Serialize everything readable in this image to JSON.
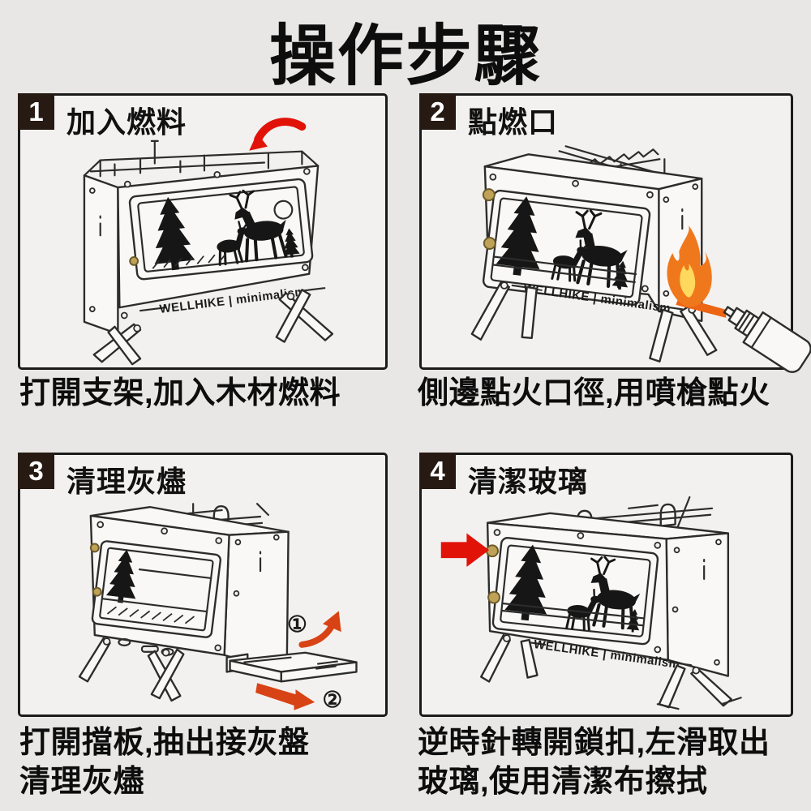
{
  "title": "操作步驟",
  "brand": "WELLHIKE | minimalism",
  "colors": {
    "page_bg": "#e8e7e5",
    "panel_bg": "#f2f1ef",
    "badge_bg": "#261a12",
    "ink": "#0d0d0d",
    "line": "#2c2c2c",
    "accent_red": "#e11207",
    "flame_orange": "#f0781c",
    "flame_yellow": "#ffd95e",
    "brass_knob": "#bfa258"
  },
  "panels": [
    {
      "number": "1",
      "label": "加入燃料",
      "caption_lines": [
        "打開支架,加入木材燃料"
      ]
    },
    {
      "number": "2",
      "label": "點燃口",
      "caption_lines": [
        "側邊點火口徑,用噴槍點火"
      ]
    },
    {
      "number": "3",
      "label": "清理灰燼",
      "caption_lines": [
        "打開擋板,抽出接灰盤",
        "清理灰燼"
      ],
      "markers": [
        "①",
        "②"
      ]
    },
    {
      "number": "4",
      "label": "清潔玻璃",
      "caption_lines": [
        "逆時針轉開鎖扣,左滑取出",
        "玻璃,使用清潔布擦拭"
      ]
    }
  ]
}
